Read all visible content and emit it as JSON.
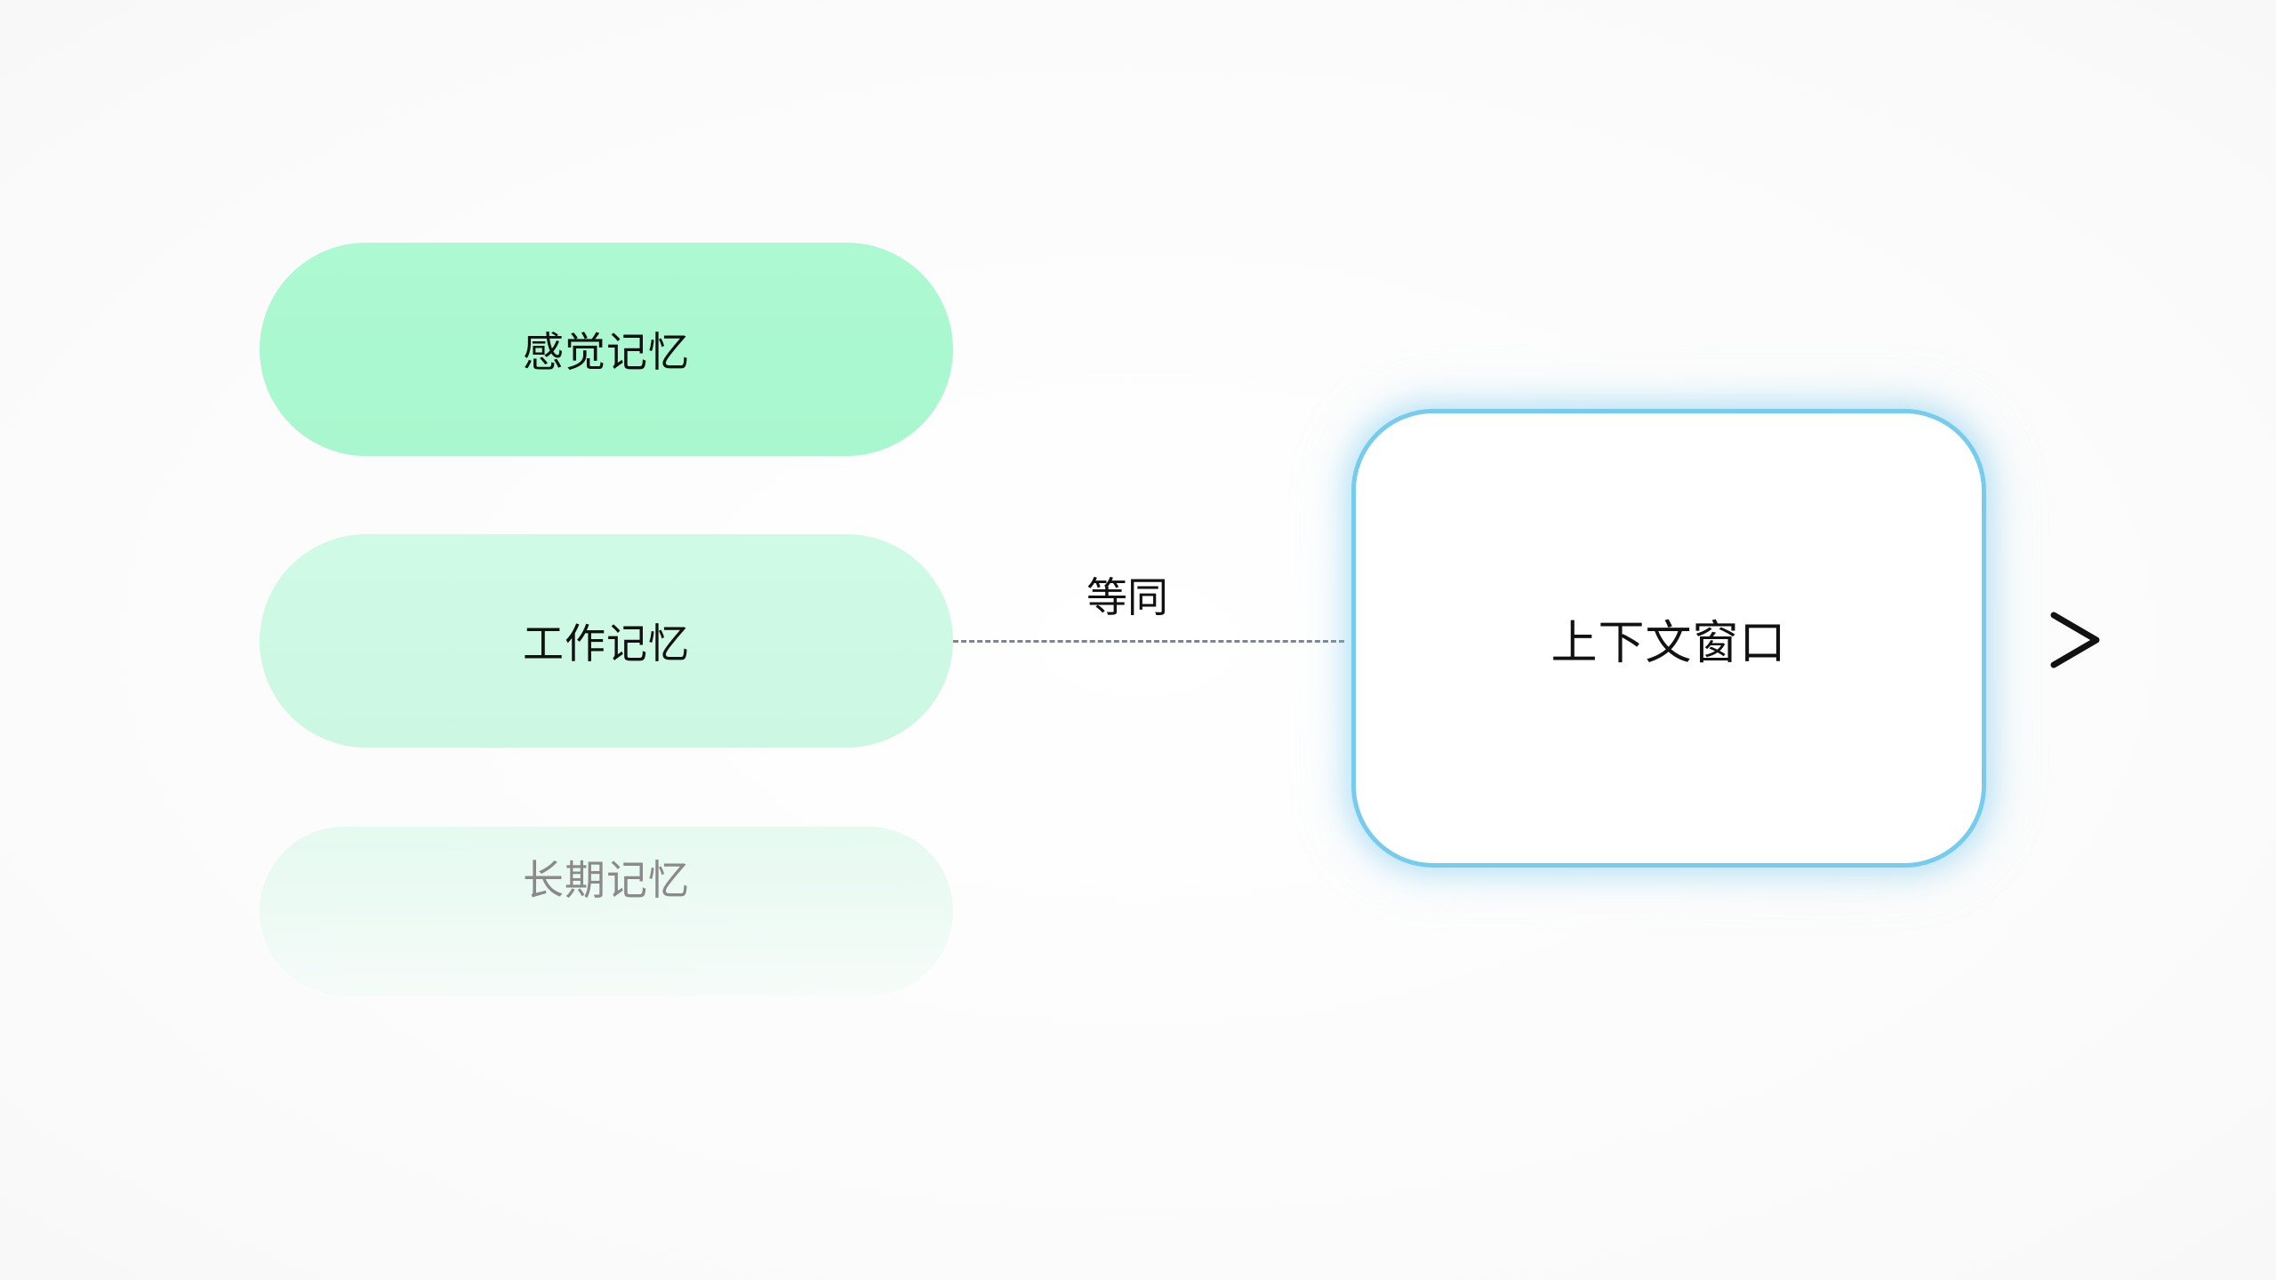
{
  "memory_types": [
    {
      "label": "感觉记忆"
    },
    {
      "label": "工作记忆"
    },
    {
      "label": "长期记忆"
    }
  ],
  "connector": {
    "label": "等同"
  },
  "context_window": {
    "label": "上下文窗口"
  },
  "icons": {
    "next": "chevron-right-icon"
  },
  "colors": {
    "sensory": "#acf9d2",
    "working": "#cffbe6",
    "longterm": "#e6f9f0",
    "context_border": "#76ccec"
  }
}
